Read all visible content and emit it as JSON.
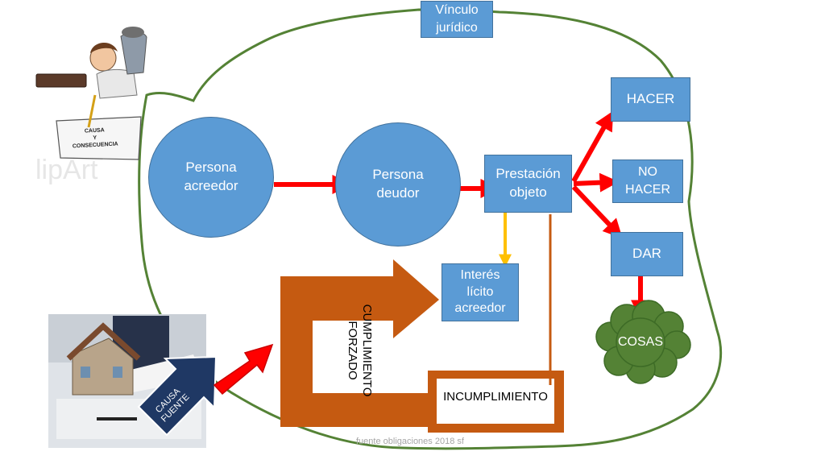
{
  "diagram": {
    "vinculo": "Vínculo\njurídico",
    "acreedor": "Persona\nacreedor",
    "deudor": "Persona\ndeudor",
    "prestacion": "Prestación\nobjeto",
    "hacer": "HACER",
    "no_hacer": "NO\nHACER",
    "dar": "DAR",
    "cosas": "COSAS",
    "interes": "Interés\nlícito\nacreedor",
    "cumplimiento": "CUMPLIMIENTO\nFORZADO",
    "incumplimiento": "INCUMPLIMIENTO",
    "causa_fuente": "CAUSA\nFUENTE",
    "causa_consecuencia": "CAUSA\nY\nCONSECUENCIA",
    "clipart_watermark": "lipArt",
    "footer": "fuente obligaciones 2018 sf"
  },
  "colors": {
    "blue": "#5b9bd5",
    "green_outline": "#548235",
    "red_arrow": "#ff0000",
    "orange": "#c55a11",
    "yellow_arrow": "#ffc000",
    "cloud": "#548235",
    "navy": "#1f3864"
  }
}
